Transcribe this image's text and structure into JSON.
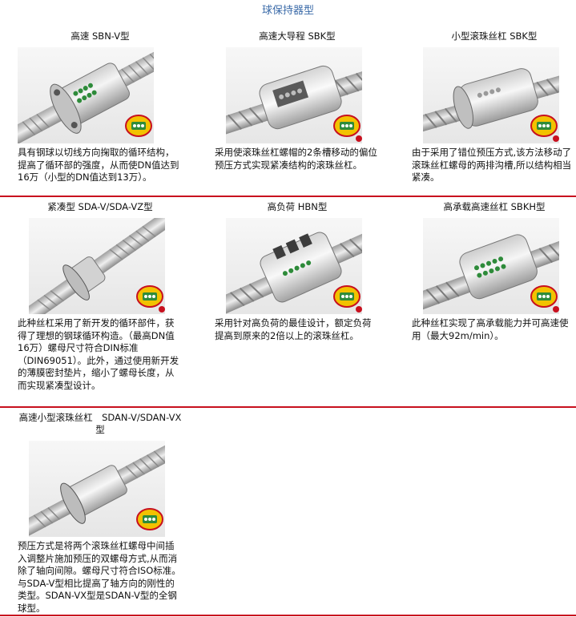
{
  "header": {
    "title": "球保持器型"
  },
  "products": [
    {
      "title": "高速 SBN-V型",
      "desc": "具有钢球以切线方向掬取的循环结构，提高了循环部的强度，从而使DN值达到16万（小型的DN值达到13万）。"
    },
    {
      "title": "高速大导程 SBK型",
      "desc": "采用使滚珠丝杠螺帽的2条槽移动的偏位预压方式实现紧凑结构的滚珠丝杠。"
    },
    {
      "title": "小型滚珠丝杠 SBK型",
      "desc": "由于采用了错位预压方式,该方法移动了滚珠丝杠螺母的两排沟槽,所以结构相当紧凑。"
    },
    {
      "title": "紧凑型 SDA-V/SDA-VZ型",
      "desc": "此种丝杠采用了新开发的循环部件，获得了理想的钢球循环构造。（最高DN值16万）螺母尺寸符合DIN标准（DIN69051）。此外，通过使用新开发的薄膜密封垫片，缩小了螺母长度，从而实现紧凑型设计。"
    },
    {
      "title": "高负荷 HBN型",
      "desc": "采用针对高负荷的最佳设计，额定负荷提高到原来的2倍以上的滚珠丝杠。"
    },
    {
      "title": "高承载高速丝杠 SBKH型",
      "desc": "此种丝杠实现了高承载能力并可高速使用（最大92m/min）。"
    },
    {
      "title": "高速小型滚珠丝杠　SDAN-V/SDAN-VX型",
      "desc": "预压方式是将两个滚珠丝杠螺母中间插入调整片施加预压的双螺母方式,从而消除了轴向间隙。螺母尺寸符合ISO标准。与SDA-V型相比提高了轴方向的刚性的类型。SDAN-VX型是SDAN-V型的全钢球型。"
    }
  ],
  "colors": {
    "title_blue": "#3a6aa8",
    "rule_red": "#c8101e",
    "badge_yellow": "#f2c200"
  },
  "icons": {
    "badge": "caged-ball-badge-icon"
  }
}
